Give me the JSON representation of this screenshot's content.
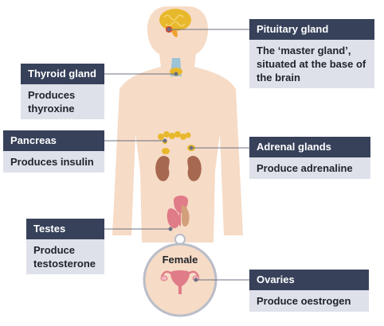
{
  "glands": [
    {
      "name": "Pituitary gland",
      "desc": "The ‘master gland’, situated at the base of the brain"
    },
    {
      "name": "Thyroid gland",
      "desc": "Produces thyroxine"
    },
    {
      "name": "Pancreas",
      "desc": "Produces insulin"
    },
    {
      "name": "Adrenal glands",
      "desc": "Produce adrenaline"
    },
    {
      "name": "Testes",
      "desc": "Produce testosterone"
    },
    {
      "name": "Ovaries",
      "desc": "Produce oestrogen"
    }
  ],
  "inset_label": "Female",
  "colors": {
    "body": "#f6dbc6",
    "header": "#37415a",
    "desc": "#dfe1ea",
    "gland": "#e8b82c",
    "kidney": "#a6684f",
    "thyroid": "#9cc3d8",
    "reproductive": "#e07b88"
  }
}
